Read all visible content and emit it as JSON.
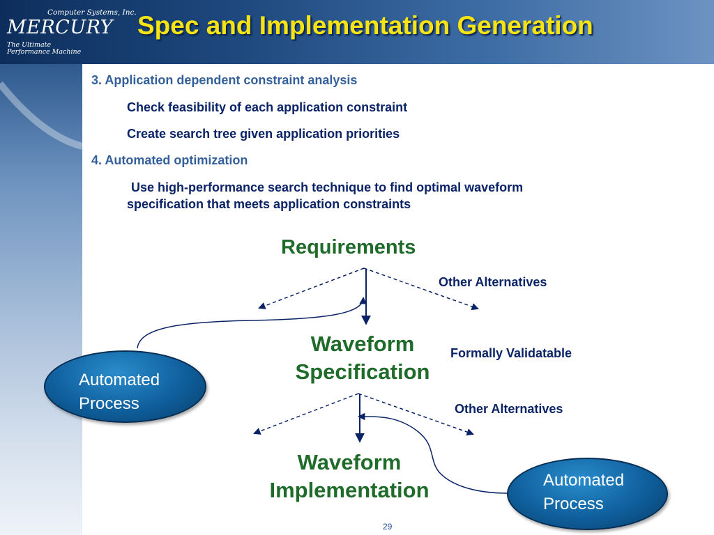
{
  "logo": {
    "company": "Computer Systems, Inc.",
    "brand": "MERCURY",
    "tagline_1": "The Ultimate",
    "tagline_2": "Performance Machine"
  },
  "slide": {
    "title": "Spec and Implementation Generation",
    "page_number": "29"
  },
  "bullets": {
    "item3": "3. Application dependent constraint analysis",
    "item3_sub1": "Check feasibility of each application constraint",
    "item3_sub2": "Create search tree given application priorities",
    "item4": "4. Automated optimization",
    "item4_sub1_line1": "Use high-performance search technique to find optimal waveform",
    "item4_sub1_line2": "specification that meets application constraints"
  },
  "diagram": {
    "requirements": "Requirements",
    "spec_line1": "Waveform",
    "spec_line2": "Specification",
    "impl_line1": "Waveform",
    "impl_line2": "Implementation",
    "other_alternatives_top": "Other Alternatives",
    "formally_validatable": "Formally Validatable",
    "other_alternatives_bottom": "Other Alternatives",
    "process_left_line1": "Automated",
    "process_left_line2": "Process",
    "process_right_line1": "Automated",
    "process_right_line2": "Process"
  },
  "colors": {
    "title": "#f6e316",
    "heading_blue": "#335f9a",
    "body_navy": "#0a2366",
    "node_green": "#1f6b2a",
    "process_fill": "#0f5f9c"
  }
}
